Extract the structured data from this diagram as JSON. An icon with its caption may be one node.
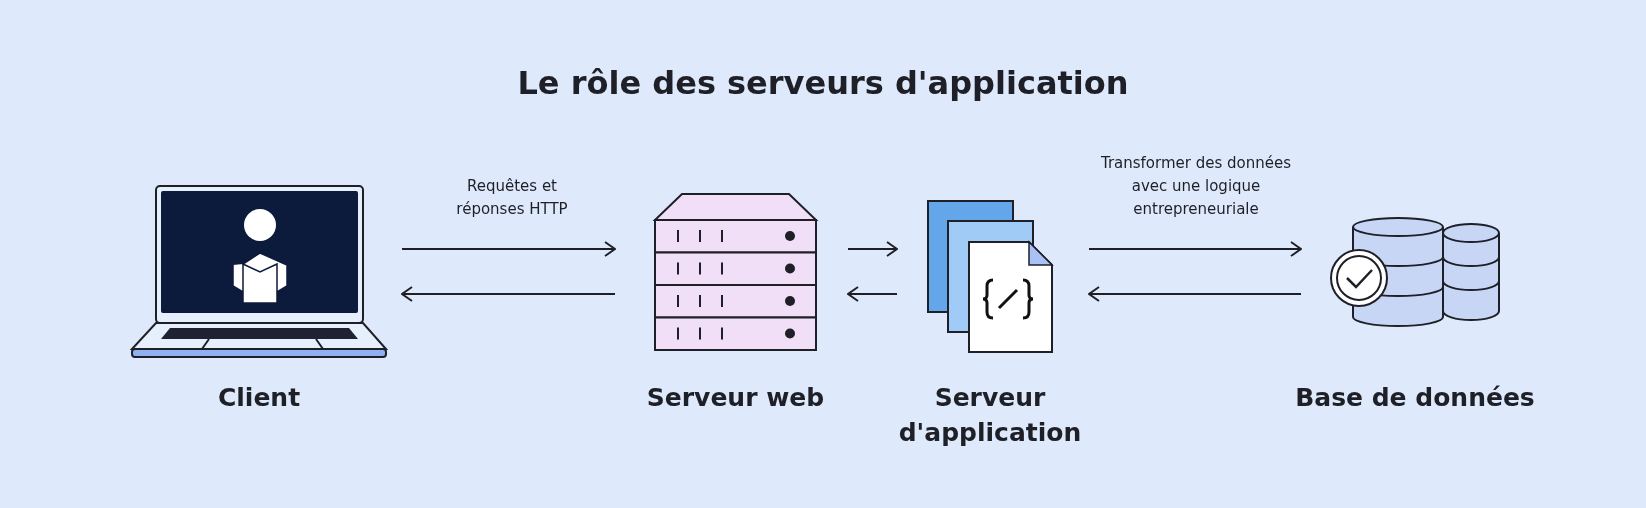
{
  "diagram": {
    "title": "Le rôle des serveurs d'application",
    "nodes": [
      {
        "text": [
          "Client"
        ]
      },
      {
        "text": [
          "Serveur web"
        ]
      },
      {
        "text": [
          "Serveur d'application"
        ]
      },
      {
        "text": [
          "Base de données"
        ]
      }
    ],
    "edges": [
      {
        "from": 0,
        "to": 1,
        "arrow": "to",
        "label": "Requêtes et réponses HTTP"
      },
      {
        "from": 1,
        "to": 0,
        "arrow": "to"
      },
      {
        "from": 1,
        "to": 2,
        "arrow": "to"
      },
      {
        "from": 2,
        "to": 1,
        "arrow": "to"
      },
      {
        "from": 2,
        "to": 3,
        "arrow": "to",
        "label": "Transformer des données avec une logique entrepreneuriale"
      },
      {
        "from": 3,
        "to": 2,
        "arrow": "to"
      }
    ]
  }
}
